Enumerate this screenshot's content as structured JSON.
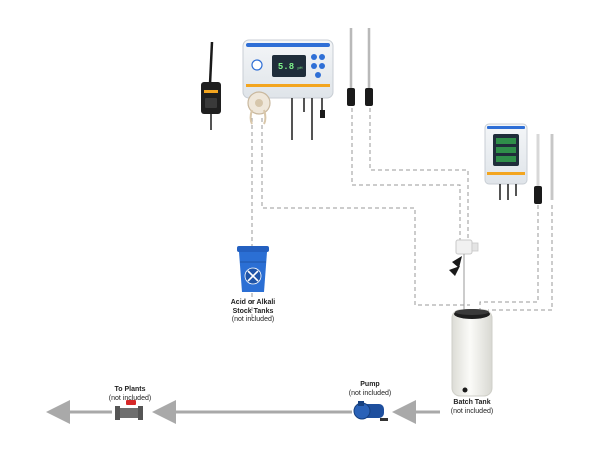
{
  "colors": {
    "arrow": "#a9a9a9",
    "dashed_line": "#9a9a9a",
    "controller_body": "#e9edf1",
    "controller_accent": "#f3a51f",
    "screen": "#1f2d3a",
    "screen_text": "#7ef28a",
    "button_blue": "#2f6fd6",
    "bucket_blue": "#2b6fd4",
    "valve_red": "#d62828",
    "pump_blue": "#1e4f9e",
    "probe_black": "#1a1a1a",
    "tank": "#f2f2ee"
  },
  "controller": {
    "display_value": "5.8",
    "display_unit": "pH"
  },
  "labels": {
    "stock": {
      "title_line1": "Acid or Alkali",
      "title_line2": "Stock Tanks",
      "note": "(not included)"
    },
    "batch": {
      "title": "Batch Tank",
      "note": "(not included)"
    },
    "pump": {
      "title": "Pump",
      "note": "(not included)"
    },
    "plants": {
      "title": "To Plants",
      "note": "(not included)"
    }
  }
}
